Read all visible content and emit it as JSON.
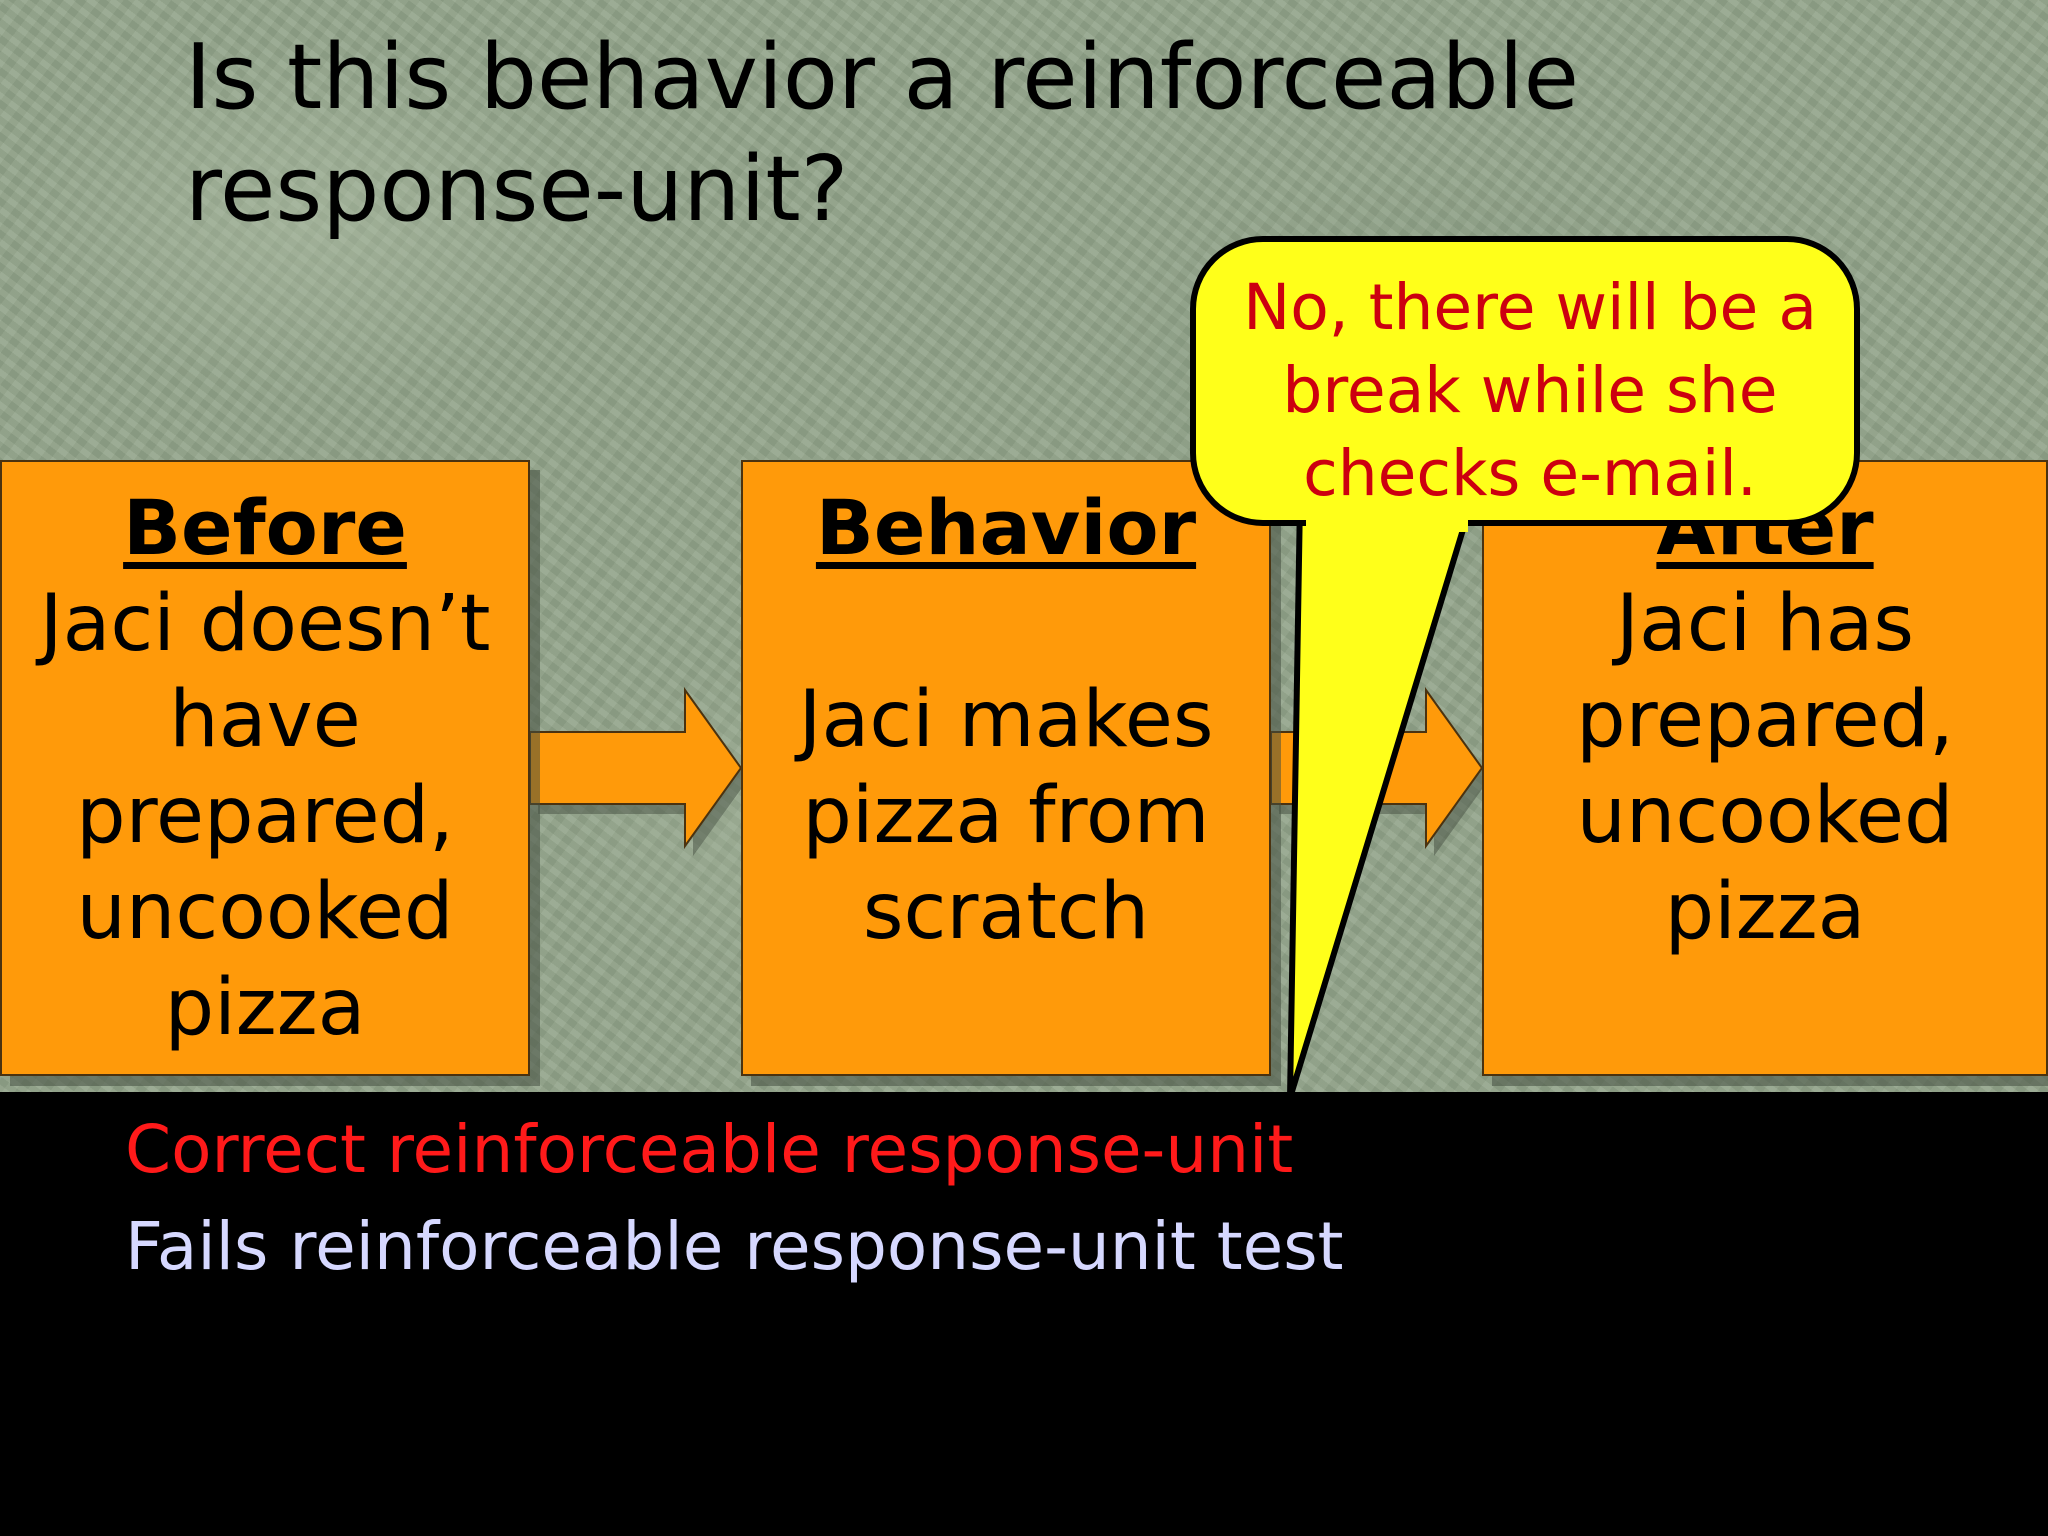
{
  "slide": {
    "title": "Is this behavior a reinforceable response-unit?",
    "boxes": {
      "before": {
        "heading": "Before",
        "body": "Jaci doesn’t have prepared, uncooked pizza"
      },
      "behavior": {
        "heading": "Behavior",
        "body": "Jaci makes pizza from scratch"
      },
      "after": {
        "heading": "After",
        "body": "Jaci has prepared, uncooked pizza"
      }
    },
    "callout": {
      "text": "No, there will be a break while she checks e-mail."
    },
    "answers": [
      "Correct reinforceable response-unit",
      "Fails reinforceable response-unit test"
    ]
  },
  "colors": {
    "background_top": "#93a58b",
    "background_bottom": "#000000",
    "box_fill": "#ff9a0a",
    "callout_fill": "#ffff1a",
    "callout_text": "#cc0010",
    "answer_correct": "#ff1a1a",
    "answer_fails": "#d6d8ff"
  }
}
